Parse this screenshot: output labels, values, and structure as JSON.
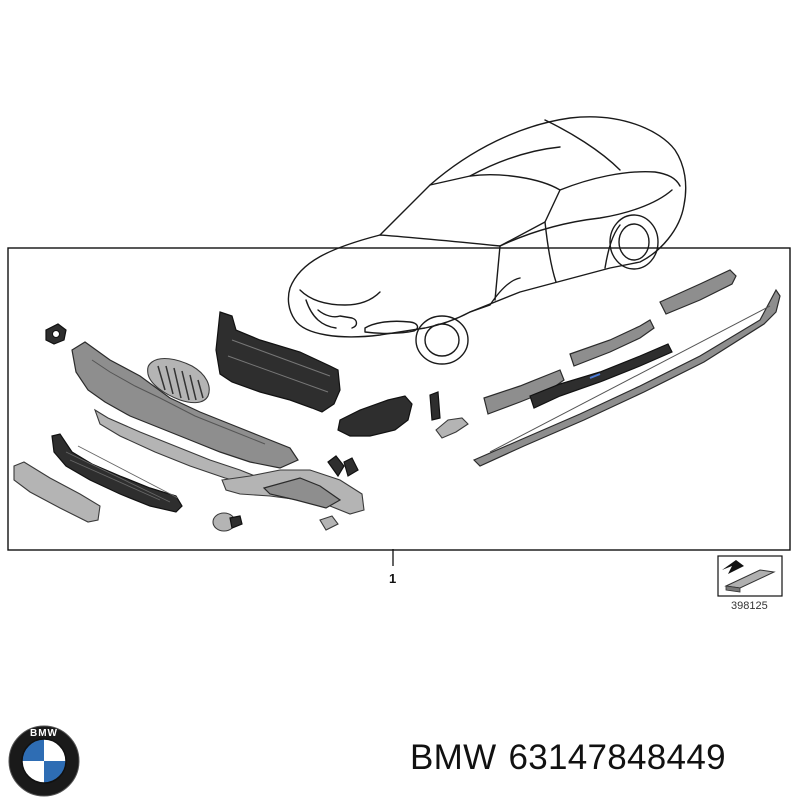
{
  "diagram": {
    "callout_label": "1",
    "reference_number": "398125"
  },
  "footer": {
    "brand": "BMW",
    "part_number": "63147848449"
  },
  "logo": {
    "text": "BMW",
    "ring_color": "#1a1a1a",
    "blue": "#2e6db4",
    "white": "#ffffff"
  }
}
